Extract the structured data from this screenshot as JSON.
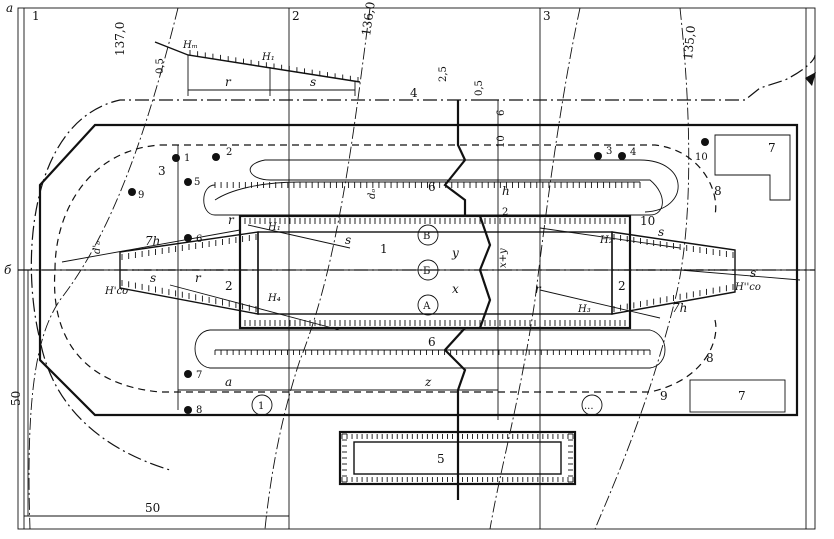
{
  "grid": {
    "corner_label": "а",
    "columns": [
      "1",
      "2",
      "3"
    ],
    "row_label": "б",
    "dim_horizontal": "50",
    "dim_vertical": "50"
  },
  "contours": [
    "137,0",
    "136,0",
    "135,0"
  ],
  "slope": {
    "h_left": "Hₘ",
    "h_right": "H₁",
    "height": "0,5",
    "r": "r",
    "s": "s"
  },
  "top_dims": {
    "a": "2,5",
    "b": "0,5",
    "c": "6",
    "d": "10"
  },
  "zones": {
    "upper_road": "6",
    "lower_road": "6",
    "cell_main": "1",
    "cell_side_left": "2",
    "cell_side_right": "2",
    "drain": "4",
    "outlet": "5"
  },
  "rows": {
    "B": "В",
    "Б": "Б",
    "A": "А"
  },
  "labels": {
    "h1": "H₁",
    "h2": "H₂",
    "h3": "H₃",
    "h4": "H₄",
    "hco_left": "H'cо",
    "hco_right": "H''cо",
    "y": "y",
    "x": "x",
    "xy": "x+y",
    "h": "h",
    "7h_left": "7h",
    "7h_right": "7h",
    "d_left": "d'ₒ",
    "d_mid": "dₒ",
    "two": "2",
    "z": "z",
    "a": "a",
    "r": "r",
    "s": "s"
  },
  "markers": {
    "m1": "1",
    "m2": "2",
    "m3": "3",
    "m4": "4",
    "m5": "5",
    "m6": "6",
    "m7": "7",
    "m8": "8",
    "m9": "9",
    "m10": "10"
  },
  "callouts": {
    "c3": "3",
    "c7a": "7",
    "c7b": "7",
    "c8a": "8",
    "c8b": "8",
    "c9": "9",
    "c10": "10"
  },
  "circles": {
    "left": "1",
    "right": "..."
  }
}
